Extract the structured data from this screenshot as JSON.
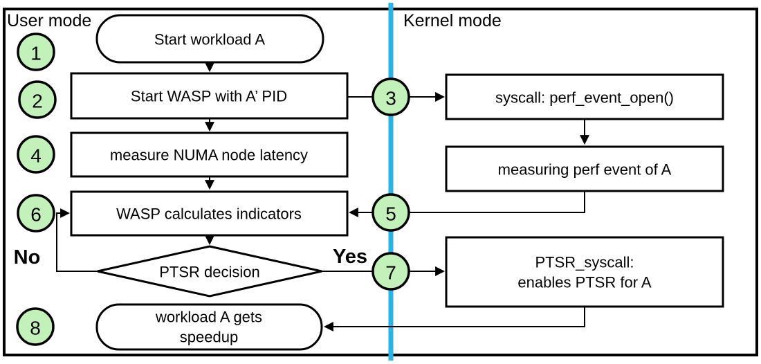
{
  "diagram": {
    "user_mode_label": "User mode",
    "kernel_mode_label": "Kernel mode",
    "no_label": "No",
    "yes_label": "Yes"
  },
  "steps": [
    "1",
    "2",
    "3",
    "4",
    "5",
    "6",
    "7",
    "8"
  ],
  "nodes": {
    "start": "Start workload A",
    "start_wasp": "Start WASP with A’ PID",
    "measure_numa": "measure NUMA node latency",
    "wasp_calculates": "WASP calculates indicators",
    "ptsr_decision": "PTSR decision",
    "syscall_open": "syscall: perf_event_open()",
    "measuring_perf": "measuring perf event of A",
    "ptsr_syscall": {
      "line1": "PTSR_syscall:",
      "line2": "enables PTSR for A"
    },
    "speedup": {
      "line1": "workload A gets",
      "line2": "speedup"
    }
  },
  "colors": {
    "step_fill": "#c3f1ba",
    "divider": "#29b4e8",
    "stroke": "#000000",
    "node_fill": "#ffffff",
    "background": "#ffffff"
  }
}
